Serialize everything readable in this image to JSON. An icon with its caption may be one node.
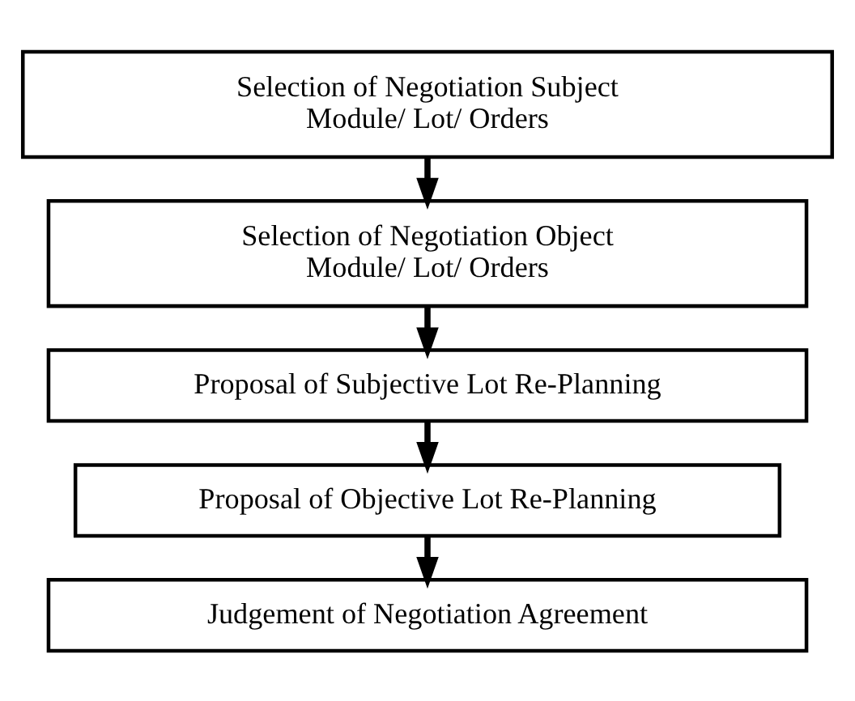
{
  "diagram": {
    "nodes": [
      {
        "text": [
          "Selection of Negotiation Subject",
          "Module/ Lot/ Orders"
        ]
      },
      {
        "text": [
          "Selection of Negotiation Object",
          "Module/ Lot/ Orders"
        ]
      },
      {
        "text": [
          "Proposal of Subjective Lot Re-Planning"
        ]
      },
      {
        "text": [
          "Proposal of Objective Lot Re-Planning"
        ]
      },
      {
        "text": [
          "Judgement of Negotiation Agreement"
        ]
      }
    ],
    "edges": [
      {
        "from": 0,
        "to": 1,
        "arrow": "to"
      },
      {
        "from": 1,
        "to": 2,
        "arrow": "to"
      },
      {
        "from": 2,
        "to": 3,
        "arrow": "to"
      },
      {
        "from": 3,
        "to": 4,
        "arrow": "to"
      }
    ]
  }
}
